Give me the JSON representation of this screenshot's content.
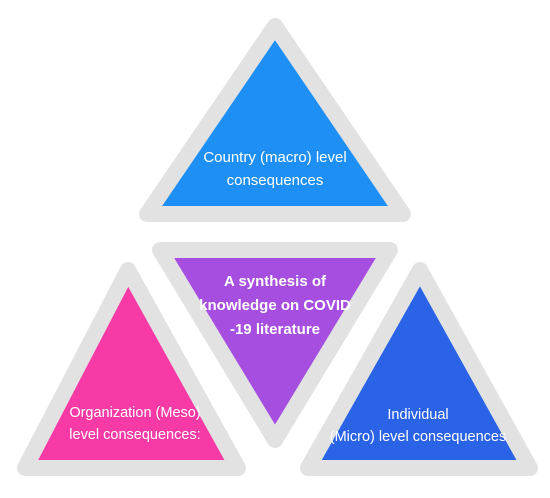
{
  "diagram": {
    "top": {
      "lines": [
        "Country (macro) level",
        "consequences"
      ],
      "color": "#1e90f5"
    },
    "center": {
      "lines": [
        "A synthesis of",
        "knowledge on COVID",
        "-19 literature"
      ],
      "color": "#a54ee0"
    },
    "left": {
      "lines": [
        "Organization (Meso)",
        "level consequences:"
      ],
      "color": "#f73aa6"
    },
    "right": {
      "lines": [
        "Individual",
        "(Micro) level consequences"
      ],
      "color": "#2a63e6"
    },
    "border_color": "#e2e2e2"
  }
}
